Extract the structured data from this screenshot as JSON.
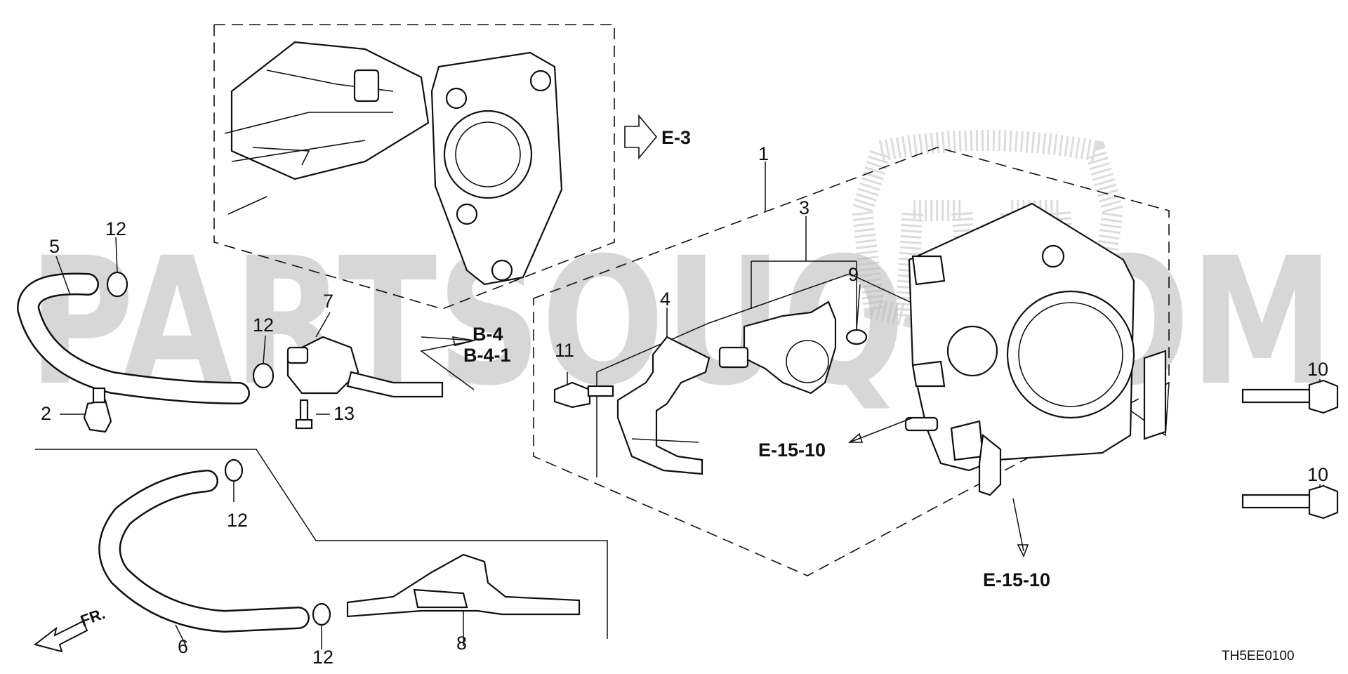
{
  "watermark": {
    "text": "PARTSOUQ.COM",
    "color": "#b8b8b8"
  },
  "callouts": {
    "c1": "1",
    "c2": "2",
    "c3": "3",
    "c4": "4",
    "c5": "5",
    "c6": "6",
    "c7": "7",
    "c8": "8",
    "c9": "9",
    "c10a": "10",
    "c10b": "10",
    "c11": "11",
    "c12a": "12",
    "c12b": "12",
    "c12c": "12",
    "c12d": "12",
    "c13": "13"
  },
  "refs": {
    "e3": "E-3",
    "b4": "B-4",
    "b41": "B-4-1",
    "e1510a": "E-15-10",
    "e1510b": "E-15-10",
    "fr": "FR."
  },
  "diagram_code": "TH5EE0100"
}
